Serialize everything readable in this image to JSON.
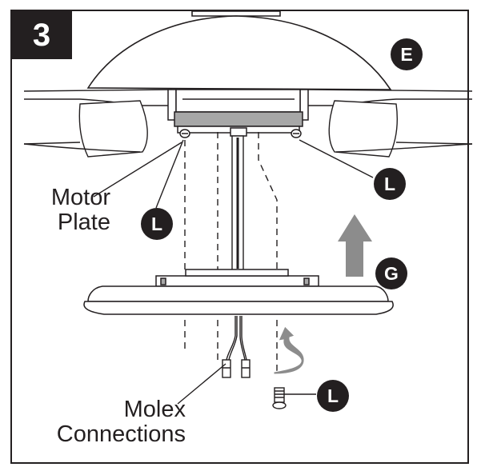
{
  "step_number": "3",
  "callouts": {
    "e": "E",
    "l": "L",
    "g": "G"
  },
  "labels": {
    "motor_plate_line1": "Motor",
    "motor_plate_line2": "Plate",
    "molex_line1": "Molex",
    "molex_line2": "Connections"
  },
  "colors": {
    "ink": "#231f20",
    "arrow_gray": "#8c8c8c",
    "plate_gray": "#a7a7a7"
  }
}
